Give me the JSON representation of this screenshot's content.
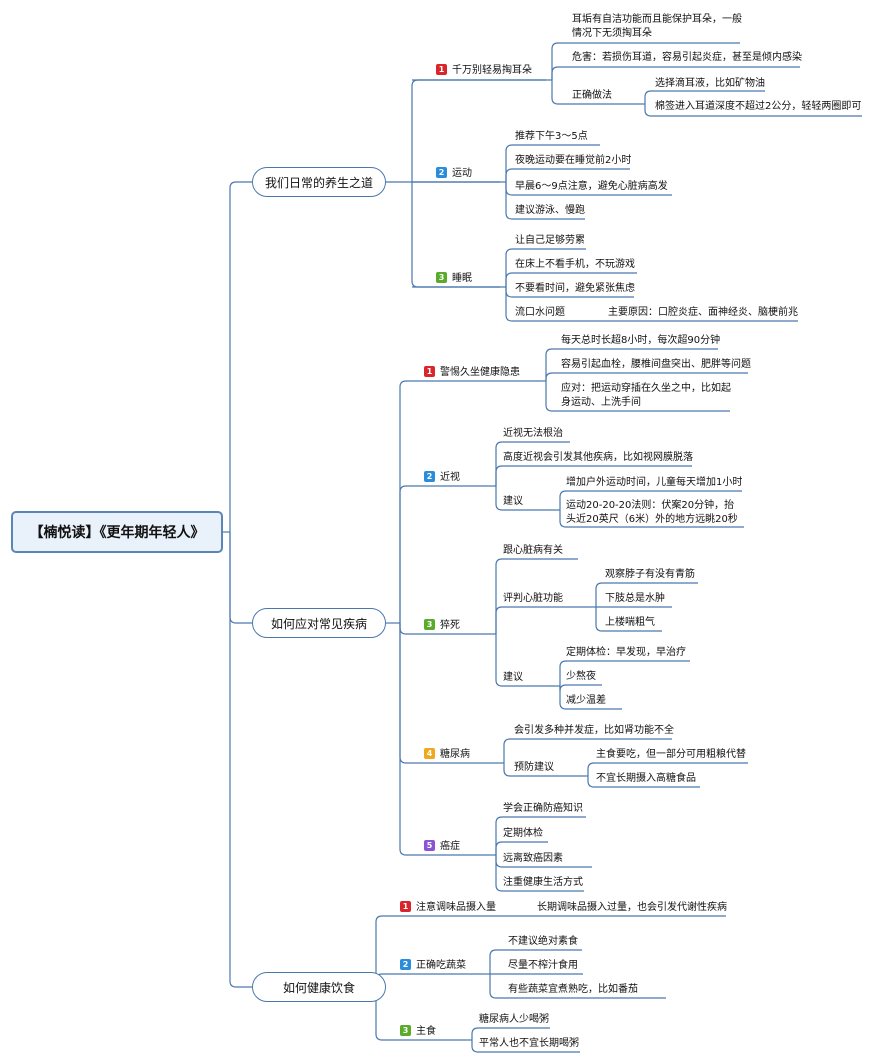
{
  "root": {
    "label": "【楠悦读】《更年期年轻人》"
  },
  "branches": [
    {
      "label": "我们日常的养生之道",
      "subs": [
        {
          "num": "1",
          "label": "千万别轻易掏耳朵",
          "items": [
            "耳垢有自洁功能而且能保护耳朵，一般情况下无须掏耳朵",
            "危害：若损伤耳道，容易引起炎症，甚至是倾内感染",
            "正确做法"
          ],
          "method": [
            "选择滴耳液，比如矿物油",
            "棉签进入耳道深度不超过2公分，轻轻两圈即可"
          ]
        },
        {
          "num": "2",
          "label": "运动",
          "items": [
            "推荐下午3～5点",
            "夜晚运动要在睡觉前2小时",
            "早晨6～9点注意，避免心脏病高发",
            "建议游泳、慢跑"
          ]
        },
        {
          "num": "3",
          "label": "睡眠",
          "items": [
            "让自己足够劳累",
            "在床上不看手机，不玩游戏",
            "不要看时间，避免紧张焦虑",
            "流口水问题"
          ],
          "drool": "主要原因：口腔炎症、面神经炎、脑梗前兆"
        }
      ]
    },
    {
      "label": "如何应对常见疾病",
      "subs": [
        {
          "num": "1",
          "label": "警惕久坐健康隐患",
          "items": [
            "每天总时长超8小时，每次超90分钟",
            "容易引起血栓，腰椎间盘突出、肥胖等问题",
            "应对：把运动穿插在久坐之中，比如起身运动、上洗手间"
          ]
        },
        {
          "num": "2",
          "label": "近视",
          "items": [
            "近视无法根治",
            "高度近视会引发其他疾病，比如视网膜脱落",
            "建议"
          ],
          "advice": [
            "增加户外运动时间，儿童每天增加1小时",
            "运动20-20-20法则：伏案20分钟，抬头近20英尺（6米）外的地方远眺20秒"
          ]
        },
        {
          "num": "3",
          "label": "猝死",
          "items": [
            "跟心脏病有关",
            "评判心脏功能",
            "建议"
          ],
          "judge": [
            "观察脖子有没有青筋",
            "下肢总是水肿",
            "上楼喘粗气"
          ],
          "advice": [
            "定期体检：早发现，早治疗",
            "少熬夜",
            "减少温差"
          ]
        },
        {
          "num": "4",
          "label": "糖尿病",
          "items": [
            "会引发多种并发症，比如肾功能不全",
            "预防建议"
          ],
          "prevent": [
            "主食要吃，但一部分可用粗粮代替",
            "不宜长期摄入高糖食品"
          ]
        },
        {
          "num": "5",
          "label": "癌症",
          "items": [
            "学会正确防癌知识",
            "定期体检",
            "远离致癌因素",
            "注重健康生活方式"
          ]
        }
      ]
    },
    {
      "label": "如何健康饮食",
      "subs": [
        {
          "num": "1",
          "label": "注意调味品摄入量",
          "items": [
            "长期调味品摄入过量，也会引发代谢性疾病"
          ]
        },
        {
          "num": "2",
          "label": "正确吃蔬菜",
          "items": [
            "不建议绝对素食",
            "尽量不榨汁食用",
            "有些蔬菜宜煮熟吃，比如番茄"
          ]
        },
        {
          "num": "3",
          "label": "主食",
          "items": [
            "糖尿病人少喝粥",
            "平常人也不宜长期喝粥"
          ]
        }
      ]
    }
  ],
  "colors": {
    "line": "#4a78ad",
    "root_border": "#5a86b7"
  }
}
